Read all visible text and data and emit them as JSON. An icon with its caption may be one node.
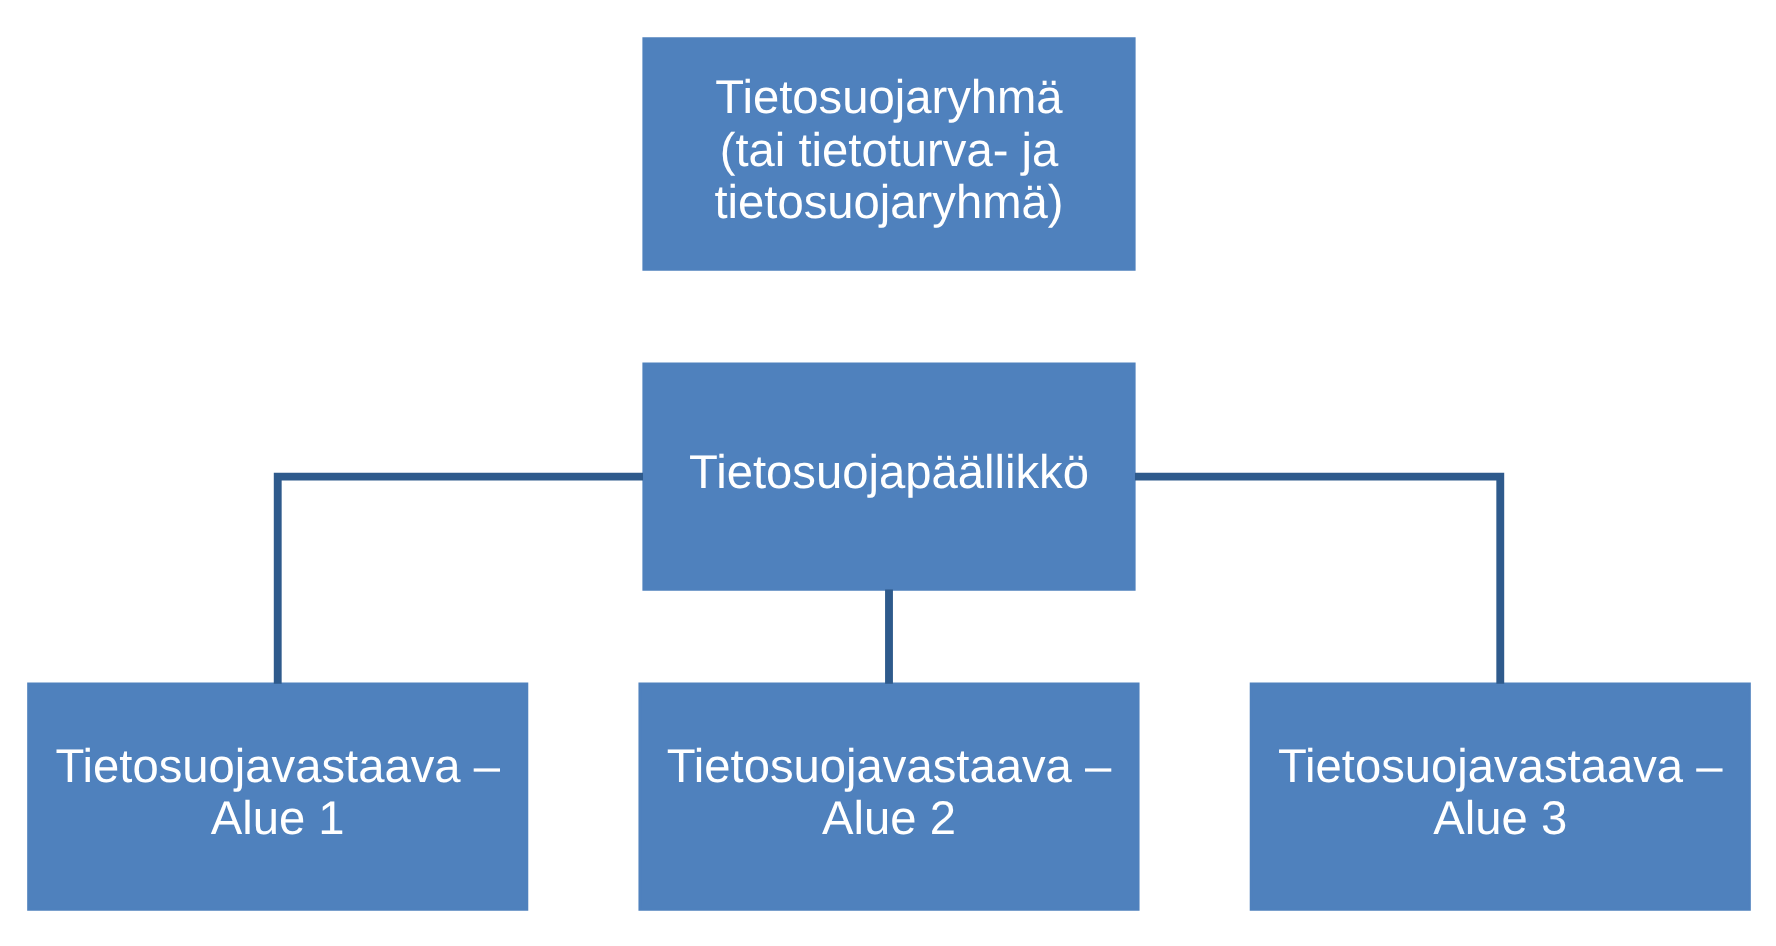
{
  "diagram": {
    "nodes": [
      {
        "text": [
          "Tietosuojaryhmä",
          "(tai tietoturva- ja tietosuojaryhmä)"
        ]
      },
      {
        "text": [
          "Tietosuojapäällikkö"
        ]
      },
      {
        "text": [
          "Tietosuojavastaava – Alue 1"
        ]
      },
      {
        "text": [
          "Tietosuojavastaava – Alue 2"
        ]
      },
      {
        "text": [
          "Tietosuojavastaava – Alue 3"
        ]
      }
    ],
    "edges": [
      {
        "from": 1,
        "to": 2,
        "arrow": "none"
      },
      {
        "from": 1,
        "to": 3,
        "arrow": "none"
      },
      {
        "from": 1,
        "to": 4,
        "arrow": "none"
      }
    ]
  }
}
